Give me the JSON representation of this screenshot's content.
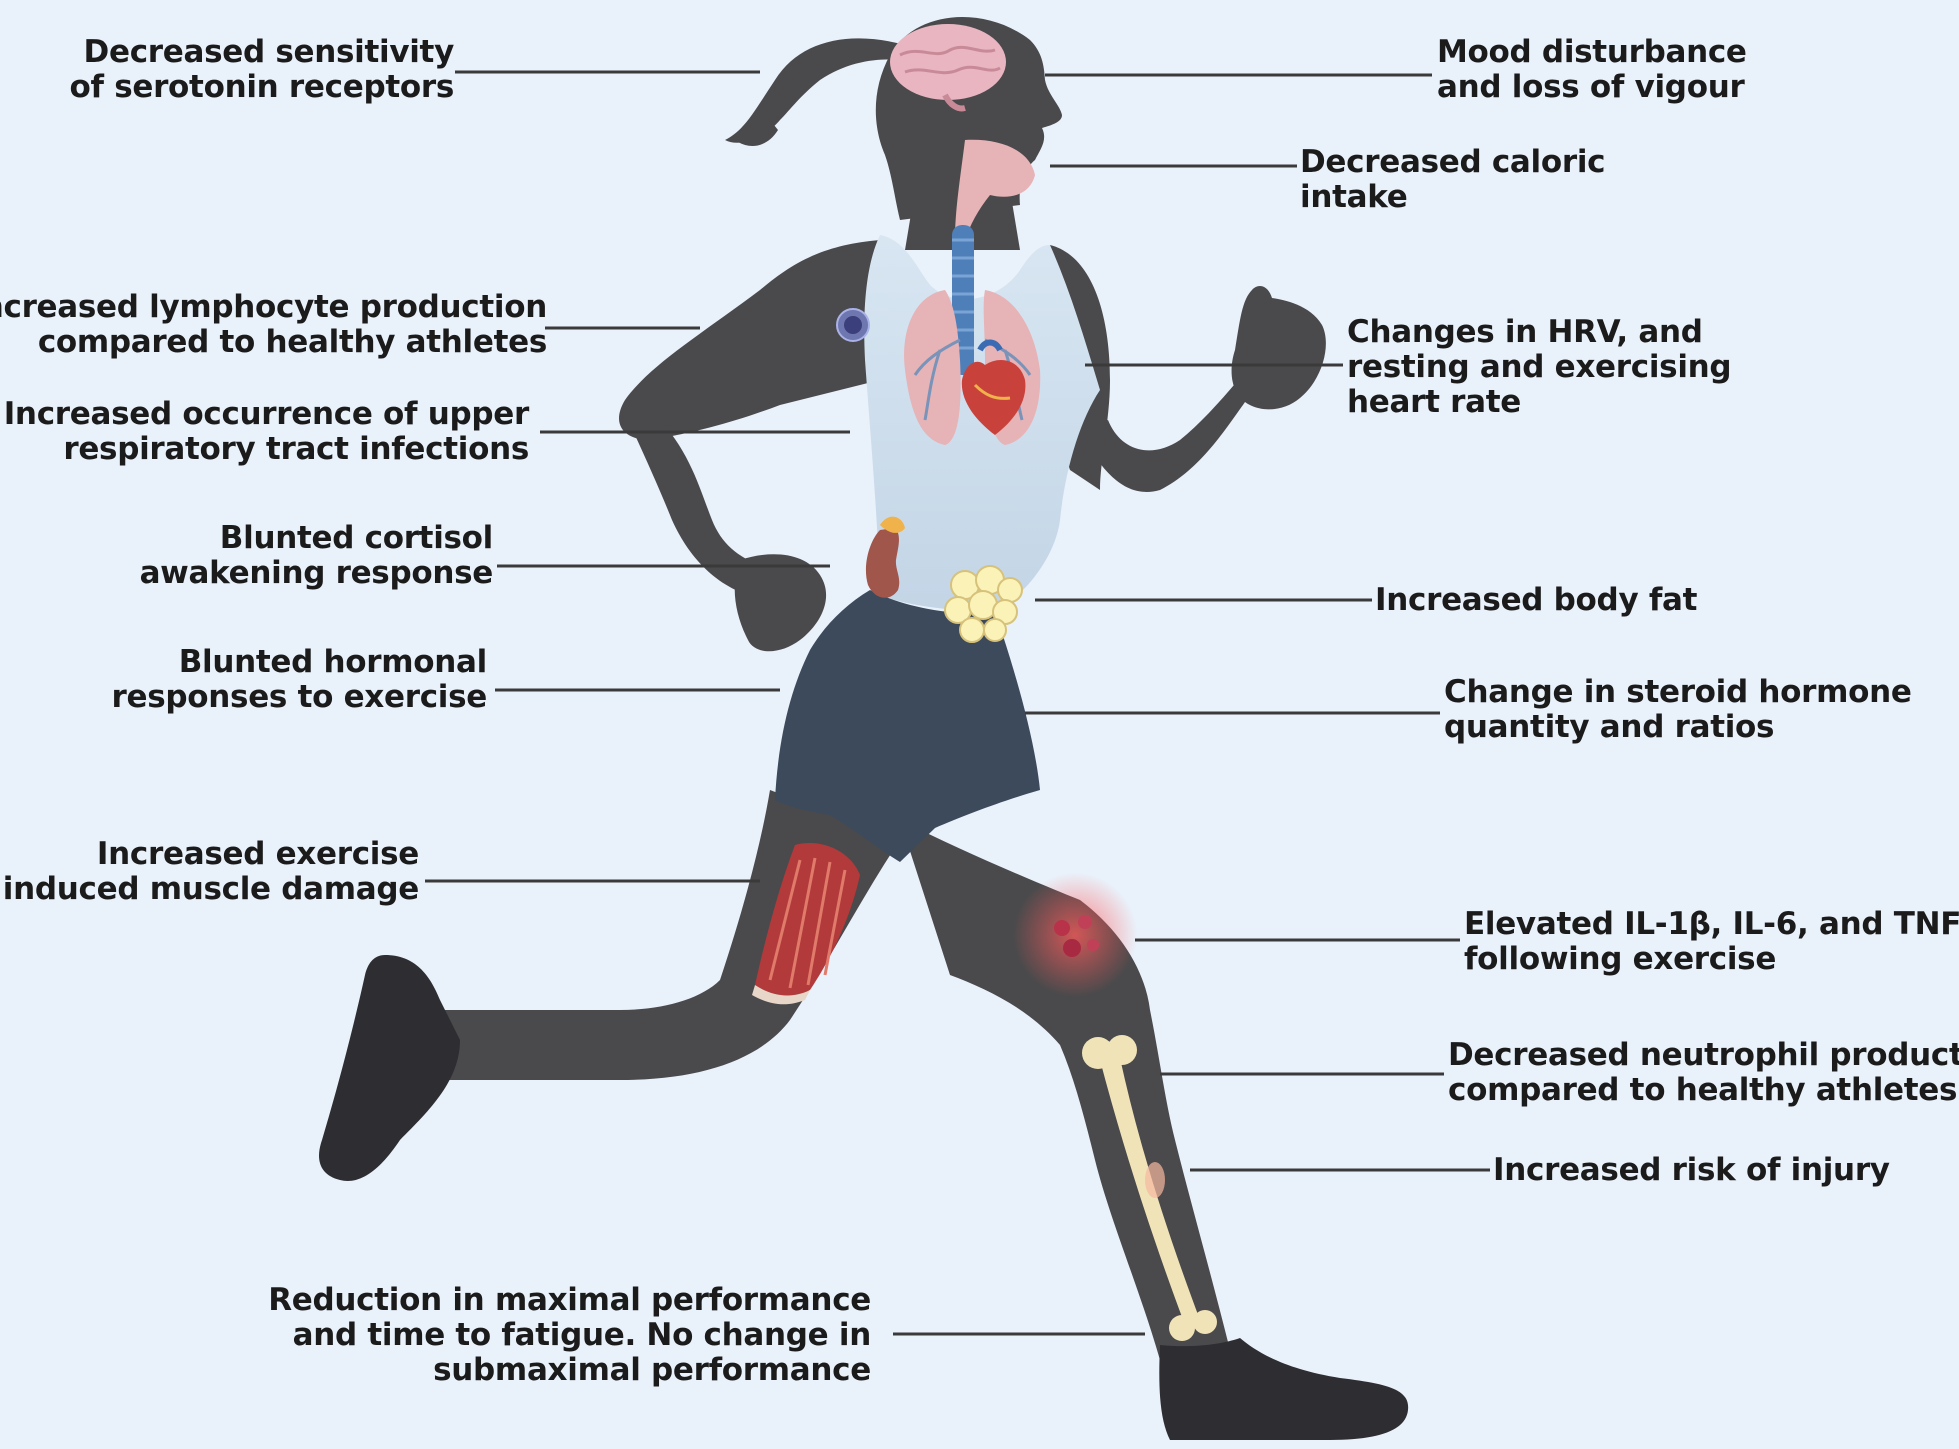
{
  "colors": {
    "background": "#e9f1fa",
    "silhouette": "#4a4a4c",
    "tank_top": "#cfe0ee",
    "shorts": "#3c4a5c",
    "shoe": "#2e2e32",
    "leader_line": "#3a3a3a",
    "label_text": "#1b1b1b"
  },
  "icons": [
    "brain-icon",
    "pharynx-icon",
    "trachea-icon",
    "lungs-icon",
    "heart-icon",
    "lymphocyte-cell-icon",
    "kidney-adrenal-icon",
    "fat-cells-icon",
    "muscle-icon",
    "inflammation-cells-icon",
    "tibia-bone-icon"
  ],
  "left_labels": [
    {
      "id": "serotonin",
      "lines": [
        "Decreased sensitivity",
        "of serotonin receptors"
      ]
    },
    {
      "id": "lymphocyte",
      "lines": [
        "Increased lymphocyte production",
        "compared to healthy athletes"
      ]
    },
    {
      "id": "urti",
      "lines": [
        "Increased occurrence of upper",
        "respiratory tract infections"
      ]
    },
    {
      "id": "cortisol",
      "lines": [
        "Blunted cortisol",
        "awakening response"
      ]
    },
    {
      "id": "hormonal",
      "lines": [
        "Blunted hormonal",
        "responses to exercise"
      ]
    },
    {
      "id": "muscle",
      "lines": [
        "Increased exercise",
        "induced muscle damage"
      ]
    },
    {
      "id": "performance",
      "lines": [
        "Reduction in maximal performance",
        "and time to fatigue. No change in",
        "submaximal performance"
      ]
    }
  ],
  "right_labels": [
    {
      "id": "mood",
      "lines": [
        "Mood disturbance",
        "and loss of vigour"
      ]
    },
    {
      "id": "caloric",
      "lines": [
        "Decreased caloric",
        "intake"
      ]
    },
    {
      "id": "hrv",
      "lines": [
        "Changes in HRV, and",
        "resting and exercising",
        "heart rate"
      ]
    },
    {
      "id": "bodyfat",
      "lines": [
        "Increased body fat"
      ]
    },
    {
      "id": "steroid",
      "lines": [
        "Change in steroid hormone",
        "quantity and ratios"
      ]
    },
    {
      "id": "cytokines",
      "lines": [
        "Elevated IL-1β, IL-6, and TNF",
        "following exercise"
      ]
    },
    {
      "id": "neutrophil",
      "lines": [
        "Decreased neutrophil production",
        "compared to healthy athletes"
      ]
    },
    {
      "id": "injury",
      "lines": [
        "Increased risk of injury"
      ]
    }
  ]
}
